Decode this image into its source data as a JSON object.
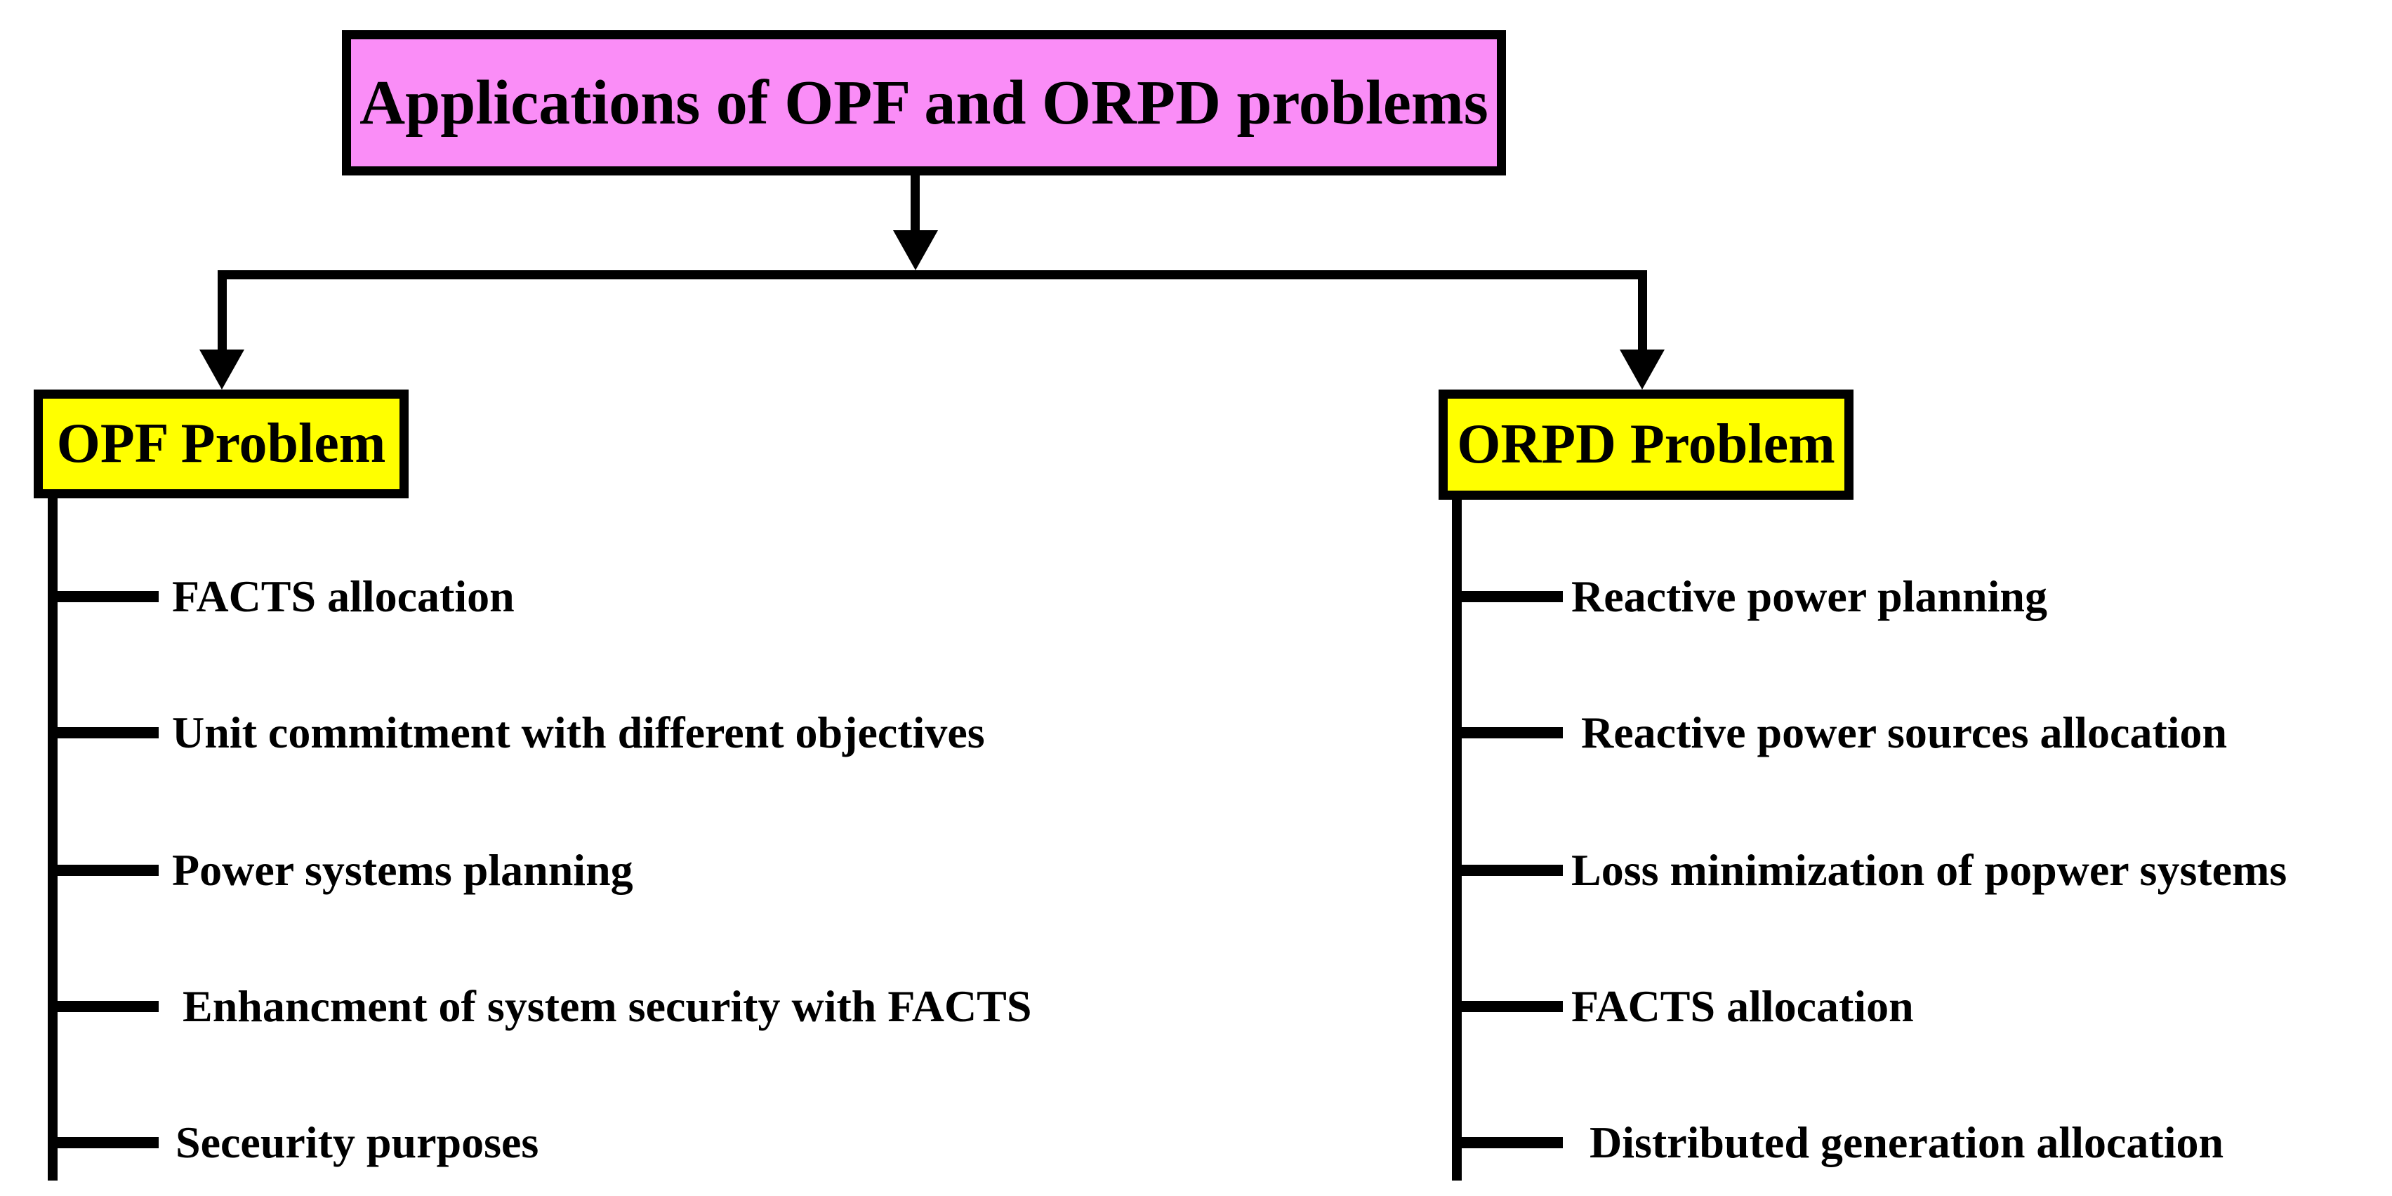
{
  "diagram": {
    "title": "Applications of OPF and ORPD problems",
    "colors": {
      "title_fill": "#FA8DF7",
      "branch_fill": "#FFFF00",
      "line": "#000000",
      "background": "#FFFFFF",
      "text": "#000000"
    },
    "branches": [
      {
        "label": "OPF Problem",
        "items": [
          "FACTS allocation",
          "Unit commitment with different objectives",
          "Power systems planning",
          "Enhancment of system security with FACTS",
          "Seceurity purposes"
        ]
      },
      {
        "label": "ORPD Problem",
        "items": [
          "Reactive power planning",
          "Reactive power sources allocation",
          "Loss minimization of popwer systems",
          "FACTS allocation",
          "Distributed generation allocation"
        ]
      }
    ]
  }
}
